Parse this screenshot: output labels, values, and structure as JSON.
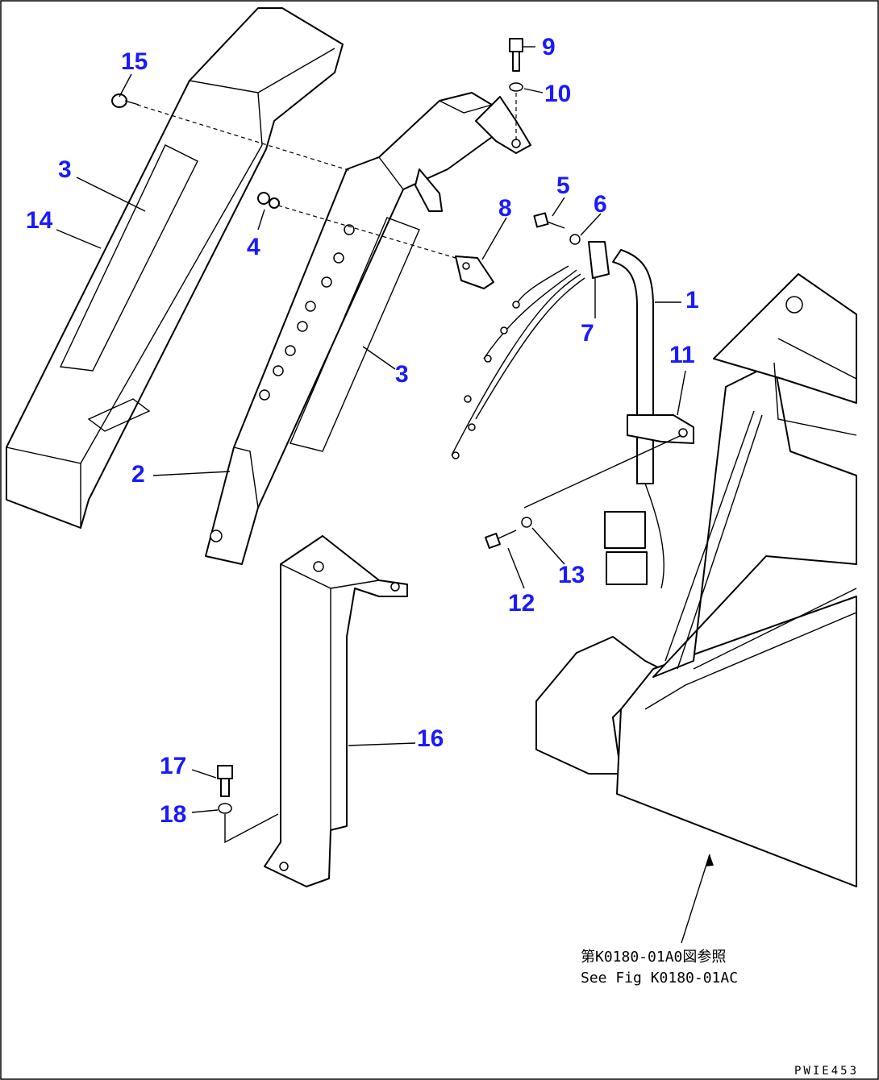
{
  "callouts": {
    "c1": "1",
    "c2": "2",
    "c3a": "3",
    "c3b": "3",
    "c4": "4",
    "c5": "5",
    "c6": "6",
    "c7": "7",
    "c8": "8",
    "c9": "9",
    "c10": "10",
    "c11": "11",
    "c12": "12",
    "c13": "13",
    "c14": "14",
    "c15": "15",
    "c16": "16",
    "c17": "17",
    "c18": "18"
  },
  "note": {
    "line1": "第K0180-01A0図参照",
    "line2": "See Fig K0180-01AC"
  },
  "drawing_code": "PWIE453",
  "colors": {
    "callout": "#1a1aff",
    "line": "#000000",
    "background": "#ffffff"
  }
}
